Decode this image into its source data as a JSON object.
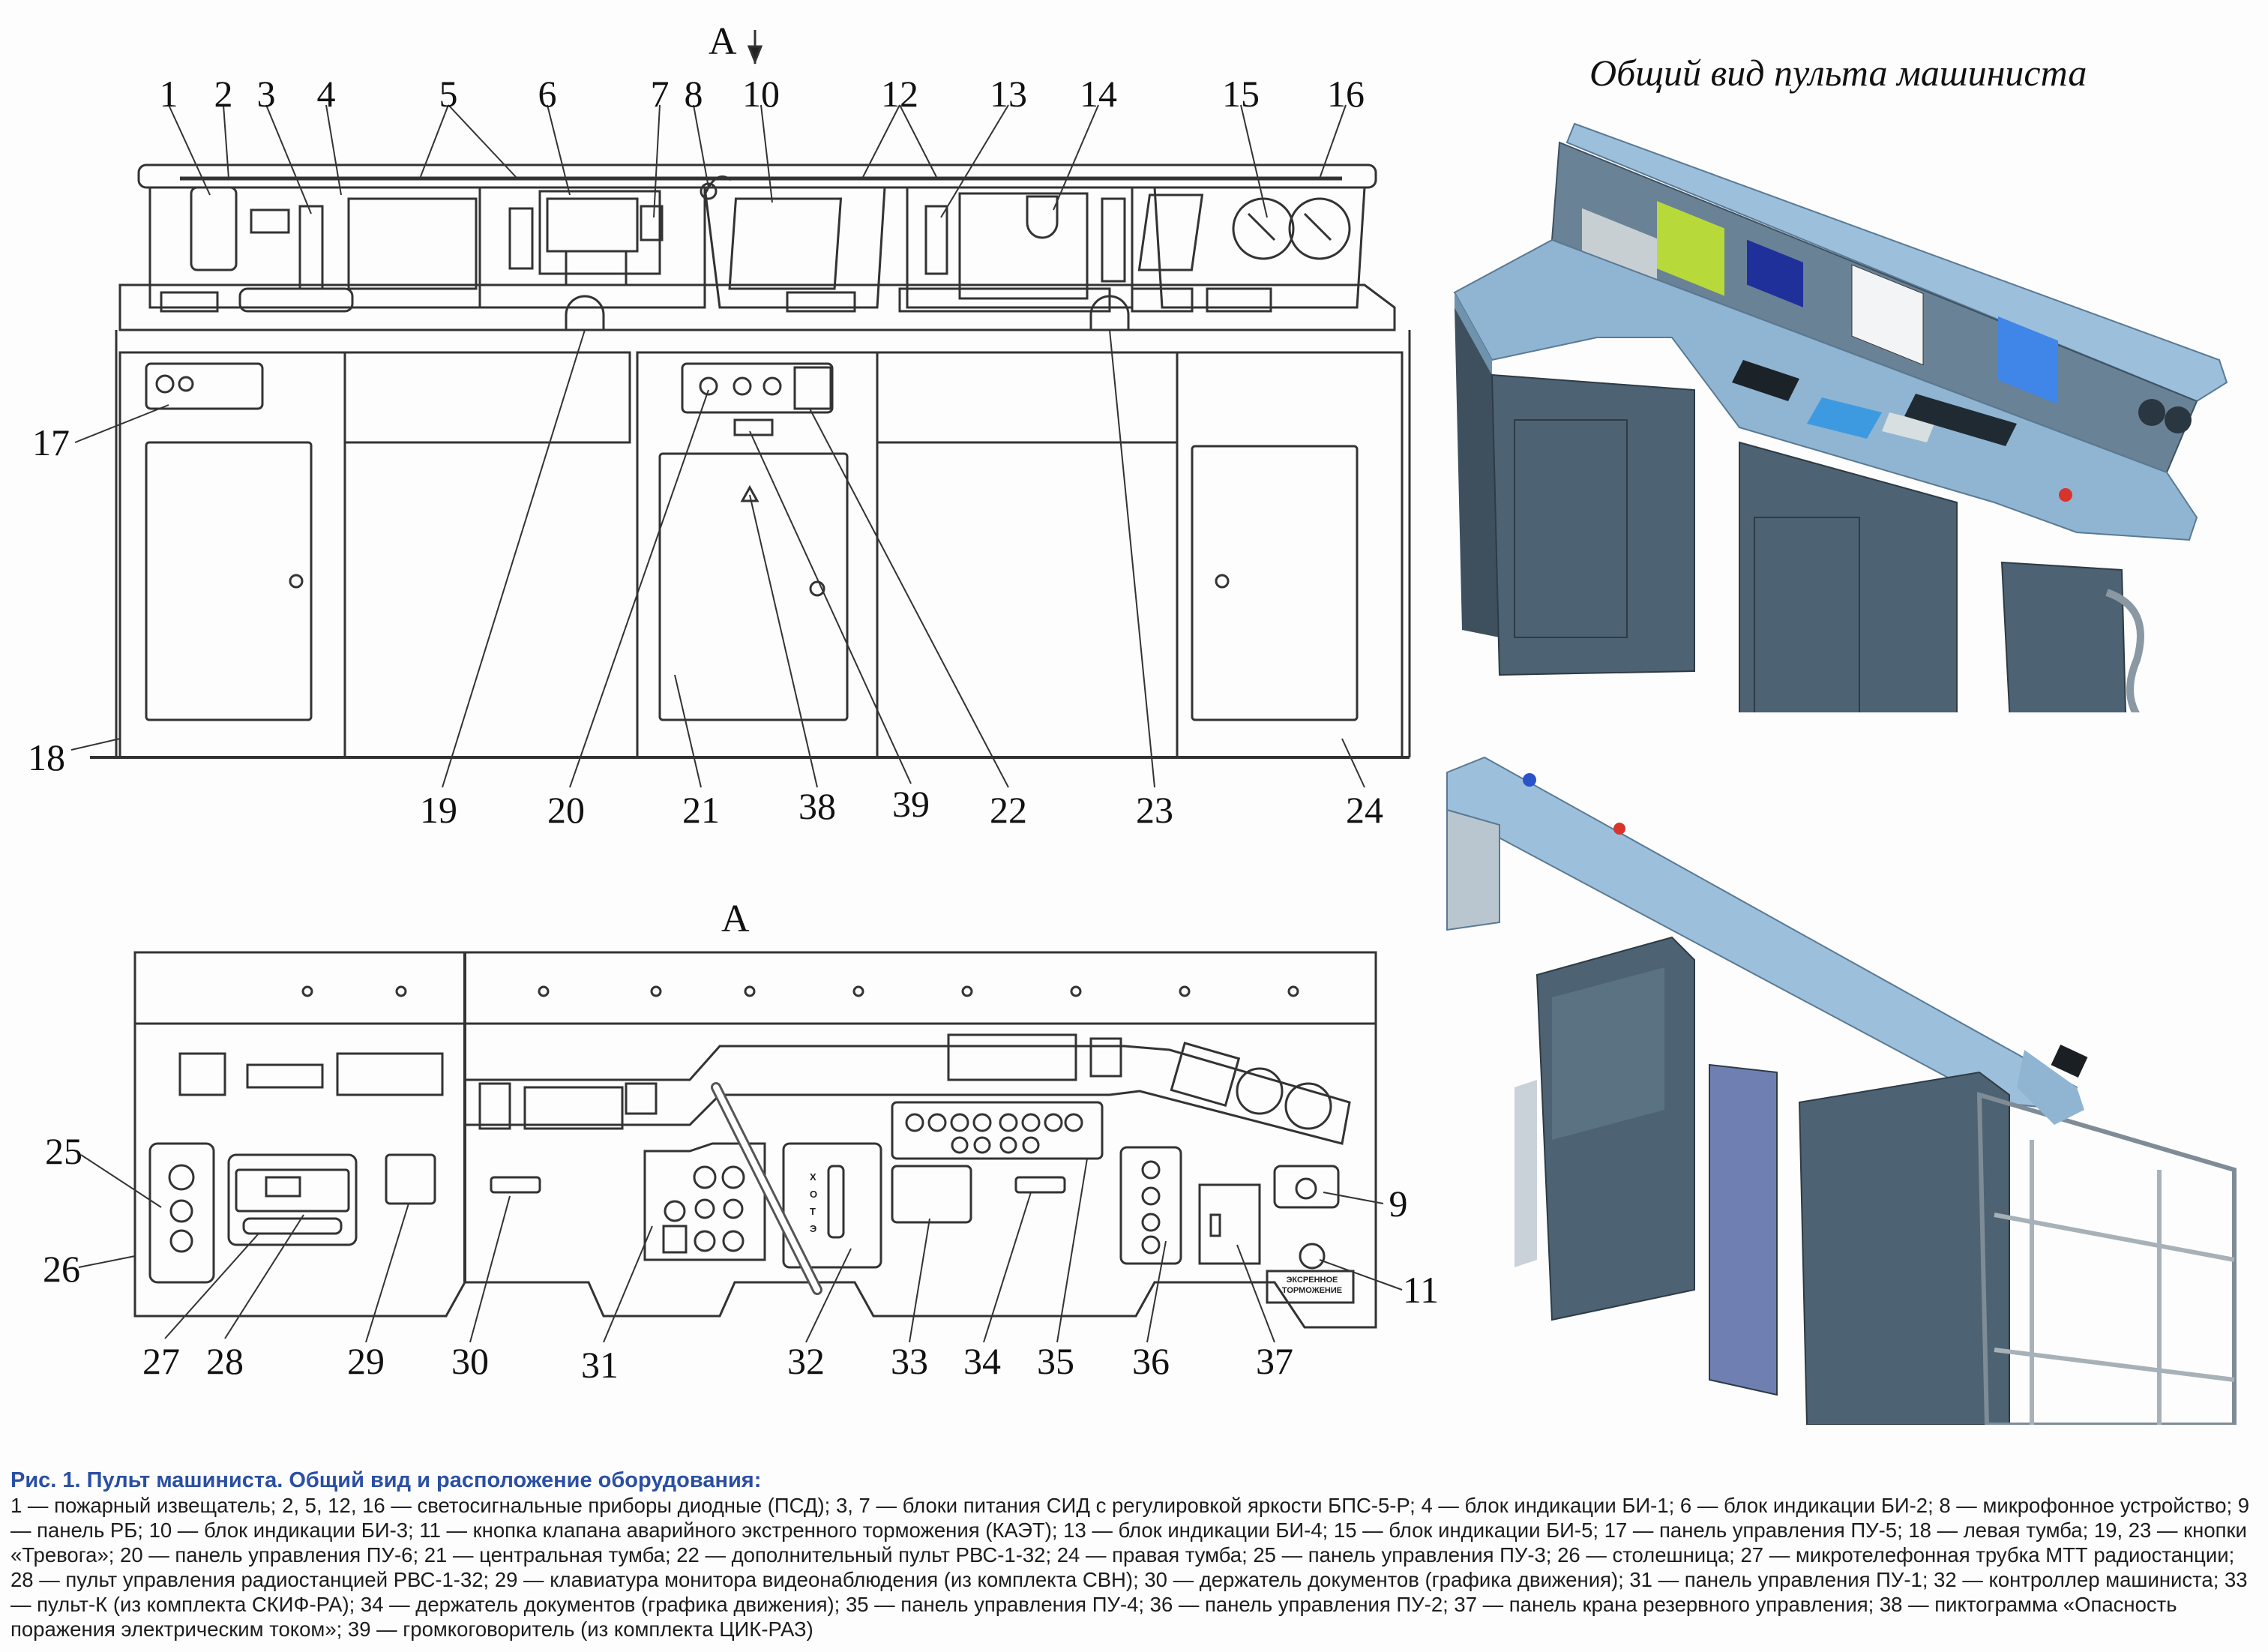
{
  "top_view": {
    "section_marker": "А",
    "callouts": [
      {
        "n": "1"
      },
      {
        "n": "2"
      },
      {
        "n": "3"
      },
      {
        "n": "4"
      },
      {
        "n": "5"
      },
      {
        "n": "6"
      },
      {
        "n": "7"
      },
      {
        "n": "8"
      },
      {
        "n": "10"
      },
      {
        "n": "12"
      },
      {
        "n": "13"
      },
      {
        "n": "14"
      },
      {
        "n": "15"
      },
      {
        "n": "16"
      },
      {
        "n": "17"
      },
      {
        "n": "18"
      },
      {
        "n": "19"
      },
      {
        "n": "20"
      },
      {
        "n": "21"
      },
      {
        "n": "38"
      },
      {
        "n": "39"
      },
      {
        "n": "22"
      },
      {
        "n": "23"
      },
      {
        "n": "24"
      }
    ]
  },
  "view_a": {
    "heading": "А",
    "emergency_label_line1": "ЭКСРЕННОЕ",
    "emergency_label_line2": "ТОРМОЖЕНИЕ",
    "callouts": [
      {
        "n": "25"
      },
      {
        "n": "26"
      },
      {
        "n": "27"
      },
      {
        "n": "28"
      },
      {
        "n": "29"
      },
      {
        "n": "30"
      },
      {
        "n": "31"
      },
      {
        "n": "32"
      },
      {
        "n": "33"
      },
      {
        "n": "34"
      },
      {
        "n": "35"
      },
      {
        "n": "36"
      },
      {
        "n": "37"
      },
      {
        "n": "9"
      },
      {
        "n": "11"
      }
    ],
    "controller_positions": [
      "Х",
      "О",
      "Т",
      "Э"
    ]
  },
  "render_title": "Общий вид пульта машиниста",
  "colors": {
    "caption_title": "#2a4fa3",
    "console_top": "#8fb5d3",
    "console_body": "#4d6272",
    "screen_green": "#b8d93a",
    "screen_blue": "#2f6fd0"
  },
  "caption": {
    "title": "Рис. 1. Пульт машиниста. Общий вид и расположение оборудования:",
    "body": "1 — пожарный извещатель; 2, 5, 12, 16 — светосигнальные приборы диодные (ПСД); 3, 7 — блоки питания СИД с регулировкой яркости БПС-5-Р; 4 — блок индикации БИ-1; 6 — блок индикации БИ-2; 8 — микрофонное устройство; 9 — панель РБ; 10 — блок индикации БИ-3; 11 — кнопка клапана аварийного экстренного торможения (КАЭТ); 13 — блок индикации БИ-4; 15 — блок индикации БИ-5; 17 — панель управления ПУ-5; 18 — левая тумба; 19, 23 — кнопки «Тревога»; 20 — панель управления ПУ-6; 21 — центральная тумба; 22 — дополнительный пульт РВС-1-32; 24 — правая тумба; 25 — панель управления ПУ-3; 26 — столешница; 27 — микротелефонная трубка МТТ радиостанции; 28 — пульт управления радиостанцией РВС-1-32; 29 — клавиатура монитора видеонаблюдения (из комплекта СВН); 30 — держатель документов (графика движения); 31 — панель управления ПУ-1; 32 — контроллер машиниста; 33 — пульт-К (из комплекта СКИФ-РА); 34 — держатель документов (графика движения); 35 — панель управления ПУ-4; 36 — панель управления ПУ-2; 37 — панель крана резервного управления; 38 — пиктограмма «Опасность поражения электрическим током»; 39 — громкоговоритель (из комплекта ЦИК-РАЗ)"
  }
}
